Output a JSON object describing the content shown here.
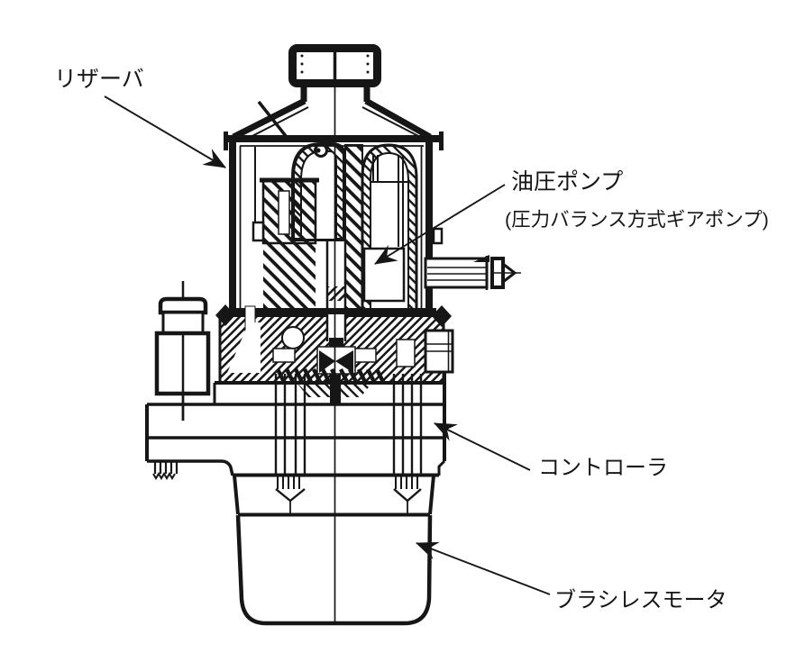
{
  "diagram": {
    "kind": "engineering cross-section drawing of an electro-hydraulic pump unit",
    "colors": {
      "ink": "#161616",
      "background": "#ffffff"
    }
  },
  "labels": {
    "reservoir": {
      "text": "リザーバ"
    },
    "hydraulic_pump": {
      "text": "油圧ポンプ",
      "subtext": "(圧力バランス方式ギアポンプ)"
    },
    "controller": {
      "text": "コントローラ"
    },
    "brushless_motor": {
      "text": "ブラシレスモータ"
    }
  }
}
